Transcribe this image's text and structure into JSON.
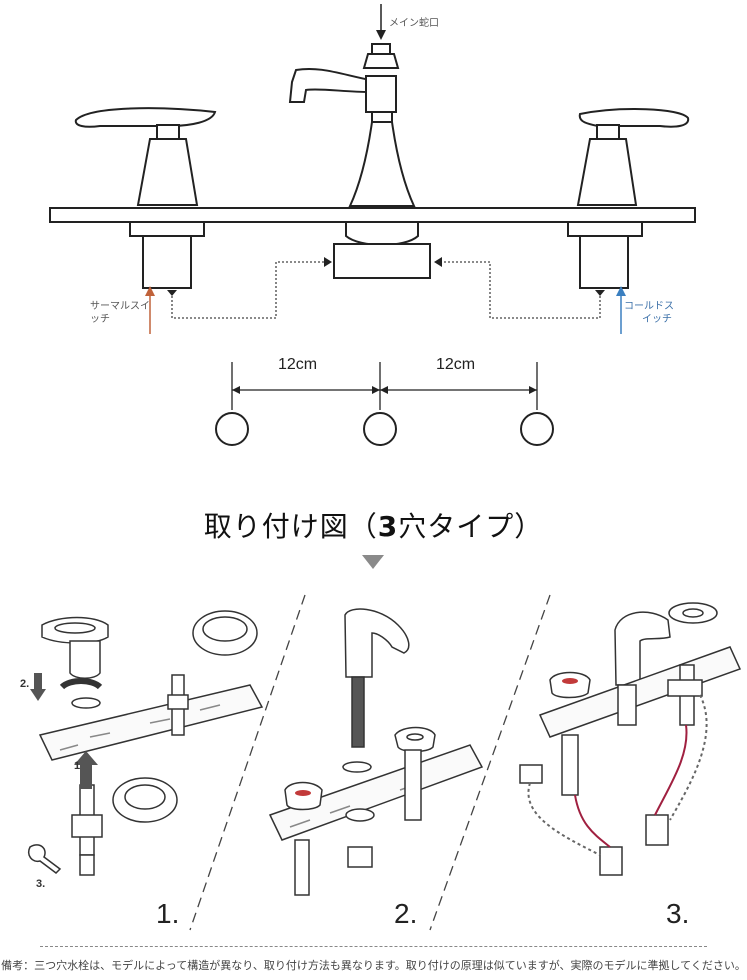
{
  "top_diagram": {
    "main_faucet_label": "メイン蛇口",
    "hot_switch_label_line1": "サーマルスイ",
    "hot_switch_label_line2": "ッチ",
    "cold_switch_label_line1": "コールドス",
    "cold_switch_label_line2": "イッチ",
    "spacing_left": "12cm",
    "spacing_right": "12cm",
    "hot_color": "#c0623a",
    "cold_color": "#3a7fc0"
  },
  "title": {
    "prefix": "取り付け図（",
    "number": "3",
    "suffix": "穴タイプ）"
  },
  "steps": {
    "panel1_number": "1.",
    "panel2_number": "2.",
    "panel3_number": "3.",
    "sub1": "1",
    "sub2": "2.",
    "sub3": "3."
  },
  "footer_note": "備考：三つ穴水栓は、モデルによって構造が異なり、取り付け方法も異なります。取り付けの原理は似ていますが、実際のモデルに準拠してください。",
  "icons": [
    "down-arrow-icon",
    "dropdown-triangle-icon",
    "wrench-icon",
    "rotate-arrow-icon",
    "up-arrow-icon"
  ]
}
